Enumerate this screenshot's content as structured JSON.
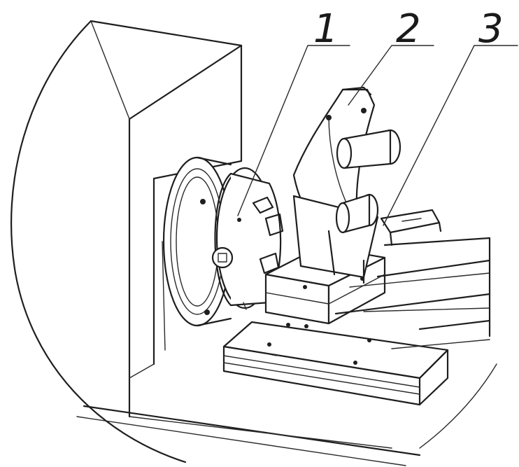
{
  "callouts": [
    {
      "number": "1",
      "part": "chuck"
    },
    {
      "number": "2",
      "part": "tailstock-bracket"
    },
    {
      "number": "3",
      "part": "slide-plate"
    }
  ],
  "style": {
    "line_color": "#1e1e1e",
    "background": "#ffffff"
  }
}
